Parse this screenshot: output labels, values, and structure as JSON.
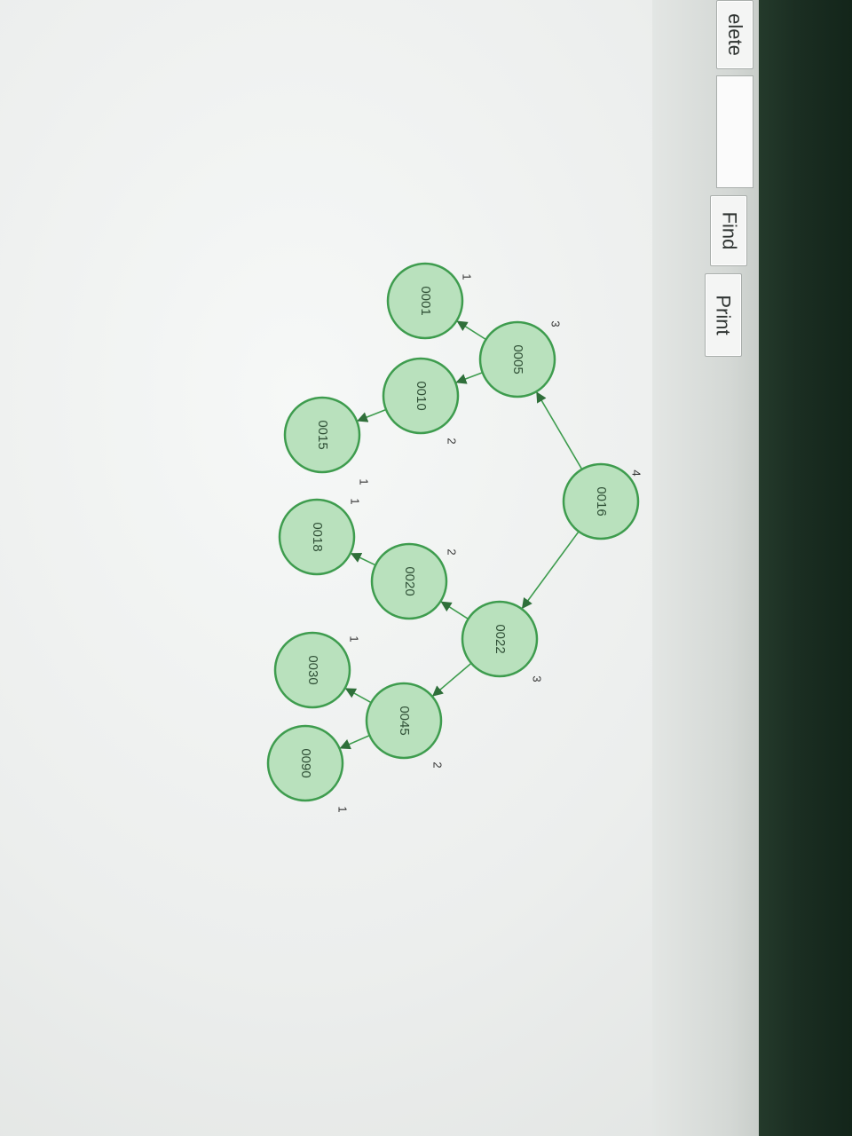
{
  "toolbar": {
    "delete_label": "elete",
    "find_label": "Find",
    "print_label": "Print",
    "input_value": ""
  },
  "tree": {
    "nodes": [
      {
        "id": "n16",
        "value": "0016",
        "height": "4"
      },
      {
        "id": "n05",
        "value": "0005",
        "height": "3"
      },
      {
        "id": "n01",
        "value": "0001",
        "height": "1"
      },
      {
        "id": "n10",
        "value": "0010",
        "height": "2"
      },
      {
        "id": "n15",
        "value": "0015",
        "height": "1"
      },
      {
        "id": "n22",
        "value": "0022",
        "height": "3"
      },
      {
        "id": "n20",
        "value": "0020",
        "height": "2"
      },
      {
        "id": "n18",
        "value": "0018",
        "height": "1"
      },
      {
        "id": "n45",
        "value": "0045",
        "height": "2"
      },
      {
        "id": "n30",
        "value": "0030",
        "height": "1"
      },
      {
        "id": "n90",
        "value": "0090",
        "height": "1"
      }
    ],
    "edges": [
      [
        "n16",
        "n05"
      ],
      [
        "n16",
        "n22"
      ],
      [
        "n05",
        "n01"
      ],
      [
        "n05",
        "n10"
      ],
      [
        "n10",
        "n15"
      ],
      [
        "n22",
        "n20"
      ],
      [
        "n22",
        "n45"
      ],
      [
        "n20",
        "n18"
      ],
      [
        "n45",
        "n30"
      ],
      [
        "n45",
        "n90"
      ]
    ]
  },
  "colors": {
    "node_fill": "#b9e1bd",
    "node_stroke": "#3e9c4e",
    "edge": "#3e9c4e"
  }
}
